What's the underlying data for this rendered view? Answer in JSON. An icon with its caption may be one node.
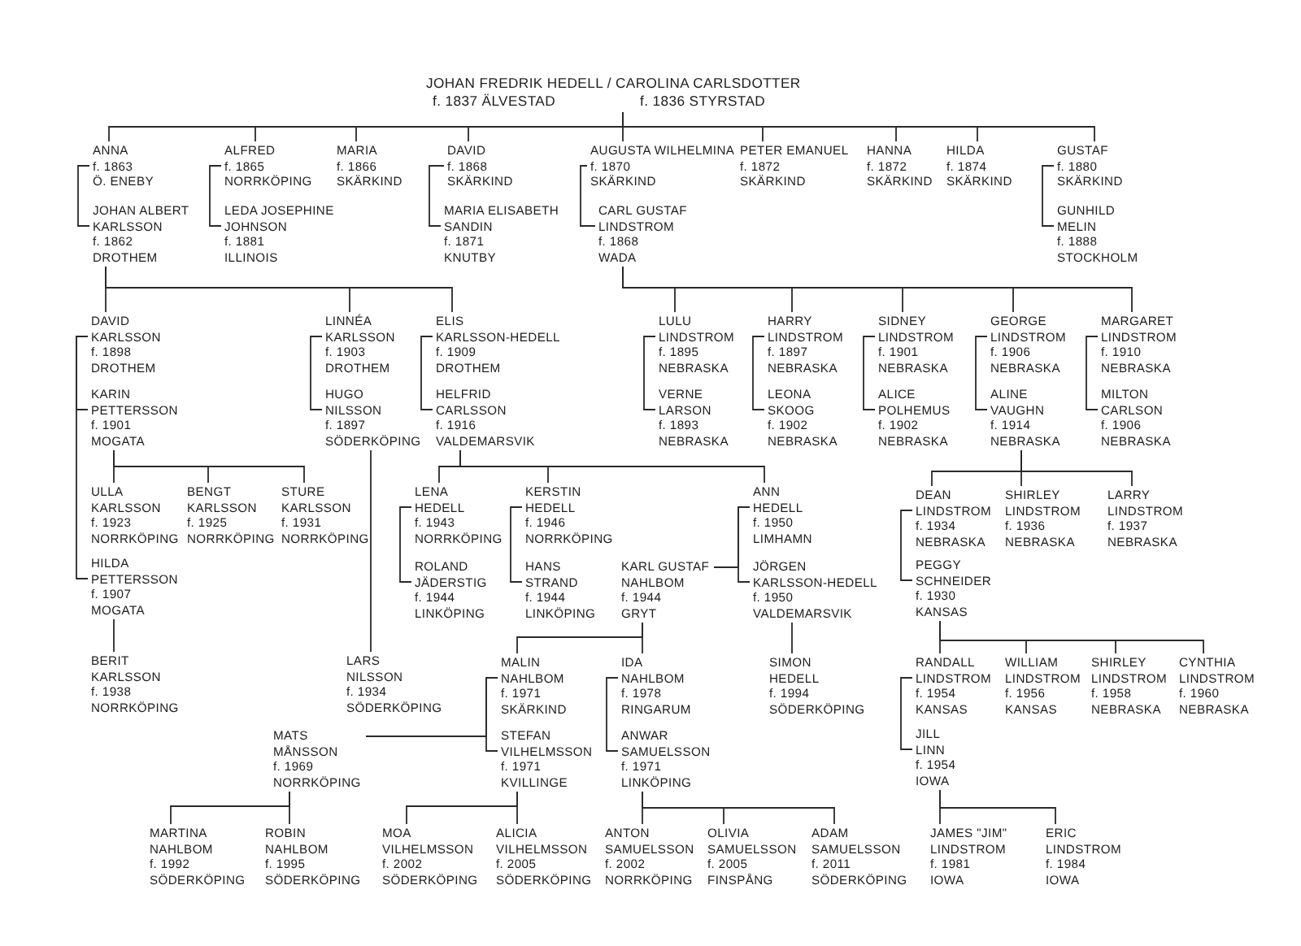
{
  "diagram": {
    "nodes": [
      {
        "text": [
          "JOHAN FREDRIK HEDELL / CAROLINA CARLSDOTTER",
          "f. 1837 ÄLVESTAD",
          "f. 1836 STYRSTAD"
        ]
      },
      {
        "text": [
          "ANNA",
          "f. 1863",
          "Ö. ENEBY"
        ]
      },
      {
        "text": [
          "JOHAN ALBERT",
          "KARLSSON",
          "f. 1862",
          "DROTHEM"
        ]
      },
      {
        "text": [
          "ALFRED",
          "f. 1865",
          "NORRKÖPING"
        ]
      },
      {
        "text": [
          "LEDA JOSEPHINE",
          "JOHNSON",
          "f. 1881",
          "ILLINOIS"
        ]
      },
      {
        "text": [
          "MARIA",
          "f. 1866",
          "SKÄRKIND"
        ]
      },
      {
        "text": [
          "DAVID",
          "f. 1868",
          "SKÄRKIND"
        ]
      },
      {
        "text": [
          "MARIA ELISABETH",
          "SANDIN",
          "f. 1871",
          "KNUTBY"
        ]
      },
      {
        "text": [
          "AUGUSTA WILHELMINA",
          "f. 1870",
          "SKÄRKIND"
        ]
      },
      {
        "text": [
          "CARL GUSTAF",
          "LINDSTROM",
          "f. 1868",
          "WADA"
        ]
      },
      {
        "text": [
          "PETER EMANUEL",
          "f. 1872",
          "SKÄRKIND"
        ]
      },
      {
        "text": [
          "HANNA",
          "f. 1872",
          "SKÄRKIND"
        ]
      },
      {
        "text": [
          "HILDA",
          "f. 1874",
          "SKÄRKIND"
        ]
      },
      {
        "text": [
          "GUSTAF",
          "f. 1880",
          "SKÄRKIND"
        ]
      },
      {
        "text": [
          "GUNHILD",
          "MELIN",
          "f. 1888",
          "STOCKHOLM"
        ]
      },
      {
        "text": [
          "DAVID",
          "KARLSSON",
          "f. 1898",
          "DROTHEM"
        ]
      },
      {
        "text": [
          "KARIN",
          "PETTERSSON",
          "f. 1901",
          "MOGATA"
        ]
      },
      {
        "text": [
          "LINNÉA",
          "KARLSSON",
          "f. 1903",
          "DROTHEM"
        ]
      },
      {
        "text": [
          "HUGO",
          "NILSSON",
          "f. 1897",
          "SÖDERKÖPING"
        ]
      },
      {
        "text": [
          "ELIS",
          "KARLSSON-HEDELL",
          "f. 1909",
          "DROTHEM"
        ]
      },
      {
        "text": [
          "HELFRID",
          "CARLSSON",
          "f. 1916",
          "VALDEMARSVIK"
        ]
      },
      {
        "text": [
          "LULU",
          "LINDSTROM",
          "f. 1895",
          "NEBRASKA"
        ]
      },
      {
        "text": [
          "VERNE",
          "LARSON",
          "f. 1893",
          "NEBRASKA"
        ]
      },
      {
        "text": [
          "HARRY",
          "LINDSTROM",
          "f. 1897",
          "NEBRASKA"
        ]
      },
      {
        "text": [
          "LEONA",
          "SKOOG",
          "f. 1902",
          "NEBRASKA"
        ]
      },
      {
        "text": [
          "SIDNEY",
          "LINDSTROM",
          "f. 1901",
          "NEBRASKA"
        ]
      },
      {
        "text": [
          "ALICE",
          "POLHEMUS",
          "f. 1902",
          "NEBRASKA"
        ]
      },
      {
        "text": [
          "GEORGE",
          "LINDSTROM",
          "f. 1906",
          "NEBRASKA"
        ]
      },
      {
        "text": [
          "ALINE",
          "VAUGHN",
          "f. 1914",
          "NEBRASKA"
        ]
      },
      {
        "text": [
          "MARGARET",
          "LINDSTROM",
          "f. 1910",
          "NEBRASKA"
        ]
      },
      {
        "text": [
          "MILTON",
          "CARLSON",
          "f. 1906",
          "NEBRASKA"
        ]
      },
      {
        "text": [
          "ULLA",
          "KARLSSON",
          "f. 1923",
          "NORRKÖPING"
        ]
      },
      {
        "text": [
          "BENGT",
          "KARLSSON",
          "f. 1925",
          "NORRKÖPING"
        ]
      },
      {
        "text": [
          "STURE",
          "KARLSSON",
          "f. 1931",
          "NORRKÖPING"
        ]
      },
      {
        "text": [
          "HILDA",
          "PETTERSSON",
          "f. 1907",
          "MOGATA"
        ]
      },
      {
        "text": [
          "BERIT",
          "KARLSSON",
          "f. 1938",
          "NORRKÖPING"
        ]
      },
      {
        "text": [
          "LARS",
          "NILSSON",
          "f. 1934",
          "SÖDERKÖPING"
        ]
      },
      {
        "text": [
          "LENA",
          "HEDELL",
          "f. 1943",
          "NORRKÖPING"
        ]
      },
      {
        "text": [
          "ROLAND",
          "JÄDERSTIG",
          "f. 1944",
          "LINKÖPING"
        ]
      },
      {
        "text": [
          "KERSTIN",
          "HEDELL",
          "f. 1946",
          "NORRKÖPING"
        ]
      },
      {
        "text": [
          "HANS",
          "STRAND",
          "f. 1944",
          "LINKÖPING"
        ]
      },
      {
        "text": [
          "ANN",
          "HEDELL",
          "f. 1950",
          "LIMHAMN"
        ]
      },
      {
        "text": [
          "KARL GUSTAF",
          "NAHLBOM",
          "f. 1944",
          "GRYT"
        ]
      },
      {
        "text": [
          "JÖRGEN",
          "KARLSSON-HEDELL",
          "f. 1950",
          "VALDEMARSVIK"
        ]
      },
      {
        "text": [
          "DEAN",
          "LINDSTROM",
          "f. 1934",
          "NEBRASKA"
        ]
      },
      {
        "text": [
          "PEGGY",
          "SCHNEIDER",
          "f. 1930",
          "KANSAS"
        ]
      },
      {
        "text": [
          "SHIRLEY",
          "LINDSTROM",
          "f. 1936",
          "NEBRASKA"
        ]
      },
      {
        "text": [
          "LARRY",
          "LINDSTROM",
          "f. 1937",
          "NEBRASKA"
        ]
      },
      {
        "text": [
          "MALIN",
          "NAHLBOM",
          "f. 1971",
          "SKÄRKIND"
        ]
      },
      {
        "text": [
          "STEFAN",
          "VILHELMSSON",
          "f. 1971",
          "KVILLINGE"
        ]
      },
      {
        "text": [
          "MATS",
          "MÅNSSON",
          "f. 1969",
          "NORRKÖPING"
        ]
      },
      {
        "text": [
          "IDA",
          "NAHLBOM",
          "f. 1978",
          "RINGARUM"
        ]
      },
      {
        "text": [
          "ANWAR",
          "SAMUELSSON",
          "f. 1971",
          "LINKÖPING"
        ]
      },
      {
        "text": [
          "SIMON",
          "HEDELL",
          "f. 1994",
          "SÖDERKÖPING"
        ]
      },
      {
        "text": [
          "RANDALL",
          "LINDSTROM",
          "f. 1954",
          "KANSAS"
        ]
      },
      {
        "text": [
          "JILL",
          "LINN",
          "f. 1954",
          "IOWA"
        ]
      },
      {
        "text": [
          "WILLIAM",
          "LINDSTROM",
          "f. 1956",
          "KANSAS"
        ]
      },
      {
        "text": [
          "SHIRLEY",
          "LINDSTROM",
          "f. 1958",
          "NEBRASKA"
        ]
      },
      {
        "text": [
          "CYNTHIA",
          "LINDSTROM",
          "f. 1960",
          "NEBRASKA"
        ]
      },
      {
        "text": [
          "MARTINA",
          "NAHLBOM",
          "f. 1992",
          "SÖDERKÖPING"
        ]
      },
      {
        "text": [
          "ROBIN",
          "NAHLBOM",
          "f. 1995",
          "SÖDERKÖPING"
        ]
      },
      {
        "text": [
          "MOA",
          "VILHELMSSON",
          "f. 2002",
          "SÖDERKÖPING"
        ]
      },
      {
        "text": [
          "ALICIA",
          "VILHELMSSON",
          "f. 2005",
          "SÖDERKÖPING"
        ]
      },
      {
        "text": [
          "ANTON",
          "SAMUELSSON",
          "f. 2002",
          "NORRKÖPING"
        ]
      },
      {
        "text": [
          "OLIVIA",
          "SAMUELSSON",
          "f. 2005",
          "FINSPÅNG"
        ]
      },
      {
        "text": [
          "ADAM",
          "SAMUELSSON",
          "f. 2011",
          "SÖDERKÖPING"
        ]
      },
      {
        "text": [
          "JAMES \"JIM\"",
          "LINDSTROM",
          "f. 1981",
          "IOWA"
        ]
      },
      {
        "text": [
          "ERIC",
          "LINDSTROM",
          "f. 1984",
          "IOWA"
        ]
      }
    ],
    "edges": [
      {
        "from": 0,
        "to": 1,
        "arrow": "none"
      },
      {
        "from": 0,
        "to": 3,
        "arrow": "none"
      },
      {
        "from": 0,
        "to": 5,
        "arrow": "none"
      },
      {
        "from": 0,
        "to": 6,
        "arrow": "none"
      },
      {
        "from": 0,
        "to": 8,
        "arrow": "none"
      },
      {
        "from": 0,
        "to": 10,
        "arrow": "none"
      },
      {
        "from": 0,
        "to": 11,
        "arrow": "none"
      },
      {
        "from": 0,
        "to": 12,
        "arrow": "none"
      },
      {
        "from": 0,
        "to": 13,
        "arrow": "none"
      },
      {
        "from": 1,
        "to": 2,
        "arrow": "none"
      },
      {
        "from": 3,
        "to": 4,
        "arrow": "none"
      },
      {
        "from": 6,
        "to": 7,
        "arrow": "none"
      },
      {
        "from": 8,
        "to": 9,
        "arrow": "none"
      },
      {
        "from": 13,
        "to": 14,
        "arrow": "none"
      },
      {
        "from": 2,
        "to": 15,
        "arrow": "none"
      },
      {
        "from": 2,
        "to": 17,
        "arrow": "none"
      },
      {
        "from": 2,
        "to": 19,
        "arrow": "none"
      },
      {
        "from": 9,
        "to": 21,
        "arrow": "none"
      },
      {
        "from": 9,
        "to": 23,
        "arrow": "none"
      },
      {
        "from": 9,
        "to": 25,
        "arrow": "none"
      },
      {
        "from": 9,
        "to": 27,
        "arrow": "none"
      },
      {
        "from": 9,
        "to": 29,
        "arrow": "none"
      },
      {
        "from": 15,
        "to": 16,
        "arrow": "none"
      },
      {
        "from": 15,
        "to": 34,
        "arrow": "none"
      },
      {
        "from": 17,
        "to": 18,
        "arrow": "none"
      },
      {
        "from": 19,
        "to": 20,
        "arrow": "none"
      },
      {
        "from": 21,
        "to": 22,
        "arrow": "none"
      },
      {
        "from": 23,
        "to": 24,
        "arrow": "none"
      },
      {
        "from": 25,
        "to": 26,
        "arrow": "none"
      },
      {
        "from": 27,
        "to": 28,
        "arrow": "none"
      },
      {
        "from": 29,
        "to": 30,
        "arrow": "none"
      },
      {
        "from": 16,
        "to": 31,
        "arrow": "none"
      },
      {
        "from": 16,
        "to": 32,
        "arrow": "none"
      },
      {
        "from": 16,
        "to": 33,
        "arrow": "none"
      },
      {
        "from": 34,
        "to": 35,
        "arrow": "none"
      },
      {
        "from": 18,
        "to": 36,
        "arrow": "none"
      },
      {
        "from": 20,
        "to": 37,
        "arrow": "none"
      },
      {
        "from": 20,
        "to": 39,
        "arrow": "none"
      },
      {
        "from": 20,
        "to": 41,
        "arrow": "none"
      },
      {
        "from": 28,
        "to": 44,
        "arrow": "none"
      },
      {
        "from": 28,
        "to": 46,
        "arrow": "none"
      },
      {
        "from": 28,
        "to": 47,
        "arrow": "none"
      },
      {
        "from": 37,
        "to": 38,
        "arrow": "none"
      },
      {
        "from": 39,
        "to": 40,
        "arrow": "none"
      },
      {
        "from": 41,
        "to": 42,
        "arrow": "none"
      },
      {
        "from": 41,
        "to": 43,
        "arrow": "none"
      },
      {
        "from": 44,
        "to": 45,
        "arrow": "none"
      },
      {
        "from": 42,
        "to": 48,
        "arrow": "none"
      },
      {
        "from": 42,
        "to": 51,
        "arrow": "none"
      },
      {
        "from": 43,
        "to": 53,
        "arrow": "none"
      },
      {
        "from": 45,
        "to": 54,
        "arrow": "none"
      },
      {
        "from": 45,
        "to": 56,
        "arrow": "none"
      },
      {
        "from": 45,
        "to": 57,
        "arrow": "none"
      },
      {
        "from": 45,
        "to": 58,
        "arrow": "none"
      },
      {
        "from": 48,
        "to": 49,
        "arrow": "none"
      },
      {
        "from": 48,
        "to": 50,
        "arrow": "none"
      },
      {
        "from": 51,
        "to": 52,
        "arrow": "none"
      },
      {
        "from": 54,
        "to": 55,
        "arrow": "none"
      },
      {
        "from": 50,
        "to": 59,
        "arrow": "none"
      },
      {
        "from": 50,
        "to": 60,
        "arrow": "none"
      },
      {
        "from": 49,
        "to": 61,
        "arrow": "none"
      },
      {
        "from": 49,
        "to": 62,
        "arrow": "none"
      },
      {
        "from": 52,
        "to": 63,
        "arrow": "none"
      },
      {
        "from": 52,
        "to": 64,
        "arrow": "none"
      },
      {
        "from": 52,
        "to": 65,
        "arrow": "none"
      },
      {
        "from": 55,
        "to": 66,
        "arrow": "none"
      },
      {
        "from": 55,
        "to": 67,
        "arrow": "none"
      }
    ]
  }
}
